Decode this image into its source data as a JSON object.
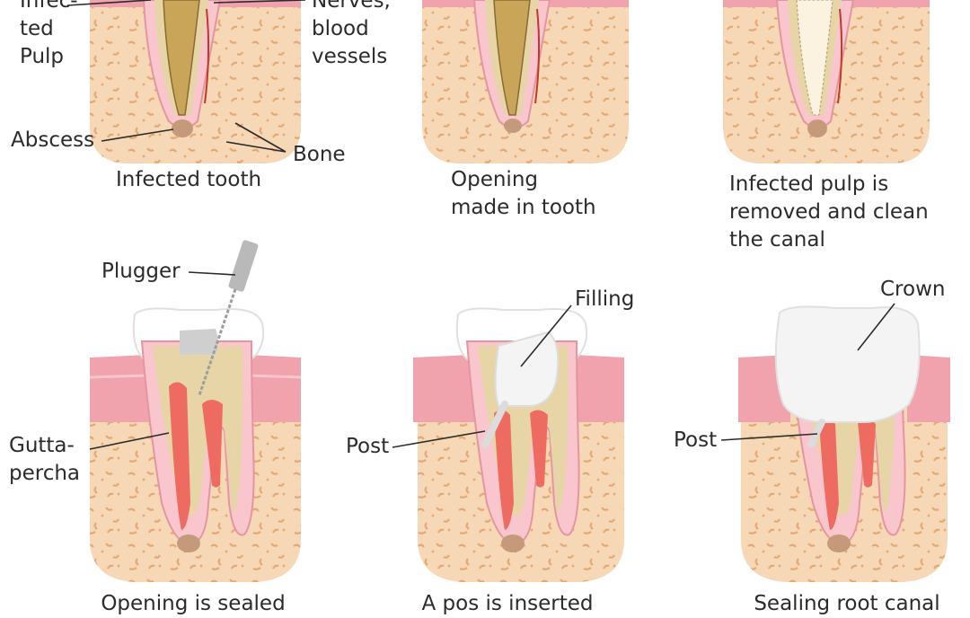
{
  "colors": {
    "bone_fill": "#f6d7b6",
    "bone_spot": "#e6a873",
    "gum": "#f1a3ad",
    "gum_light": "#f8c6cc",
    "enamel": "#ffffff",
    "dentin": "#e7d5a8",
    "pulp_infected": "#c9a55a",
    "pulp_clean": "#f3b6b9",
    "gutta_percha": "#ee6b62",
    "abscess": "#c49a7a",
    "crown": "#f4f4f4",
    "post": "#dcdcdc",
    "label_text": "#2b2b2b"
  },
  "labels": {
    "infected_pulp": "Infec-\nted\nPulp",
    "nerves_blood_vessels": "Nerves,\nblood\nvessels",
    "abscess": "Abscess",
    "bone": "Bone",
    "plugger": "Plugger",
    "gutta_percha": "Gutta-\npercha",
    "filling": "Filling",
    "post_1": "Post",
    "crown": "Crown",
    "post_2": "Post"
  },
  "captions": {
    "infected_tooth": "Infected tooth",
    "opening_made": "Opening\nmade in tooth",
    "pulp_removed": "Infected pulp is\nremoved and clean\nthe canal",
    "opening_sealed": "Opening is sealed",
    "post_inserted": "A pos is inserted",
    "sealing_root_canal": "Sealing root canal"
  }
}
